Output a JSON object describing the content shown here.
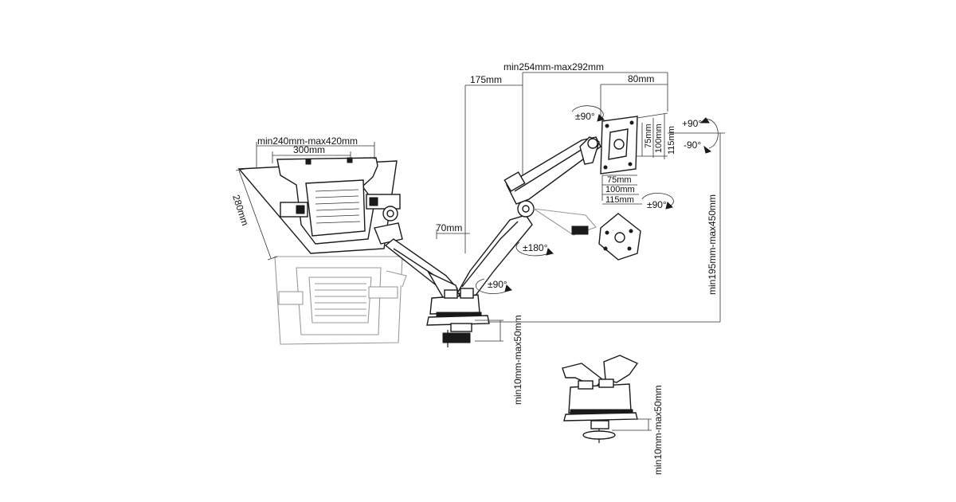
{
  "diagram": {
    "dimensions": {
      "tray_range": "min240mm-max420mm",
      "tray_width": "300mm",
      "tray_depth": "280mm",
      "arm_reach": "min254mm-max292mm",
      "arm_offset": "175mm",
      "vesa_offset": "80mm",
      "pole_offset": "70mm",
      "height_range": "min195mm-max450mm",
      "clamp_thickness_main": "min10mm-max50mm",
      "clamp_thickness_detail": "min10mm-max50mm",
      "vesa_75": "75mm",
      "vesa_100": "100mm",
      "vesa_115": "115mm",
      "vesa_75_h": "75mm",
      "vesa_100_h": "100mm",
      "vesa_115_h": "115mm"
    },
    "rotations": {
      "head_swivel": "±90°",
      "tilt_up": "+90°",
      "tilt_down": "-90°",
      "head_rotate": "±90°",
      "elbow": "±180°",
      "base": "±90°"
    }
  }
}
